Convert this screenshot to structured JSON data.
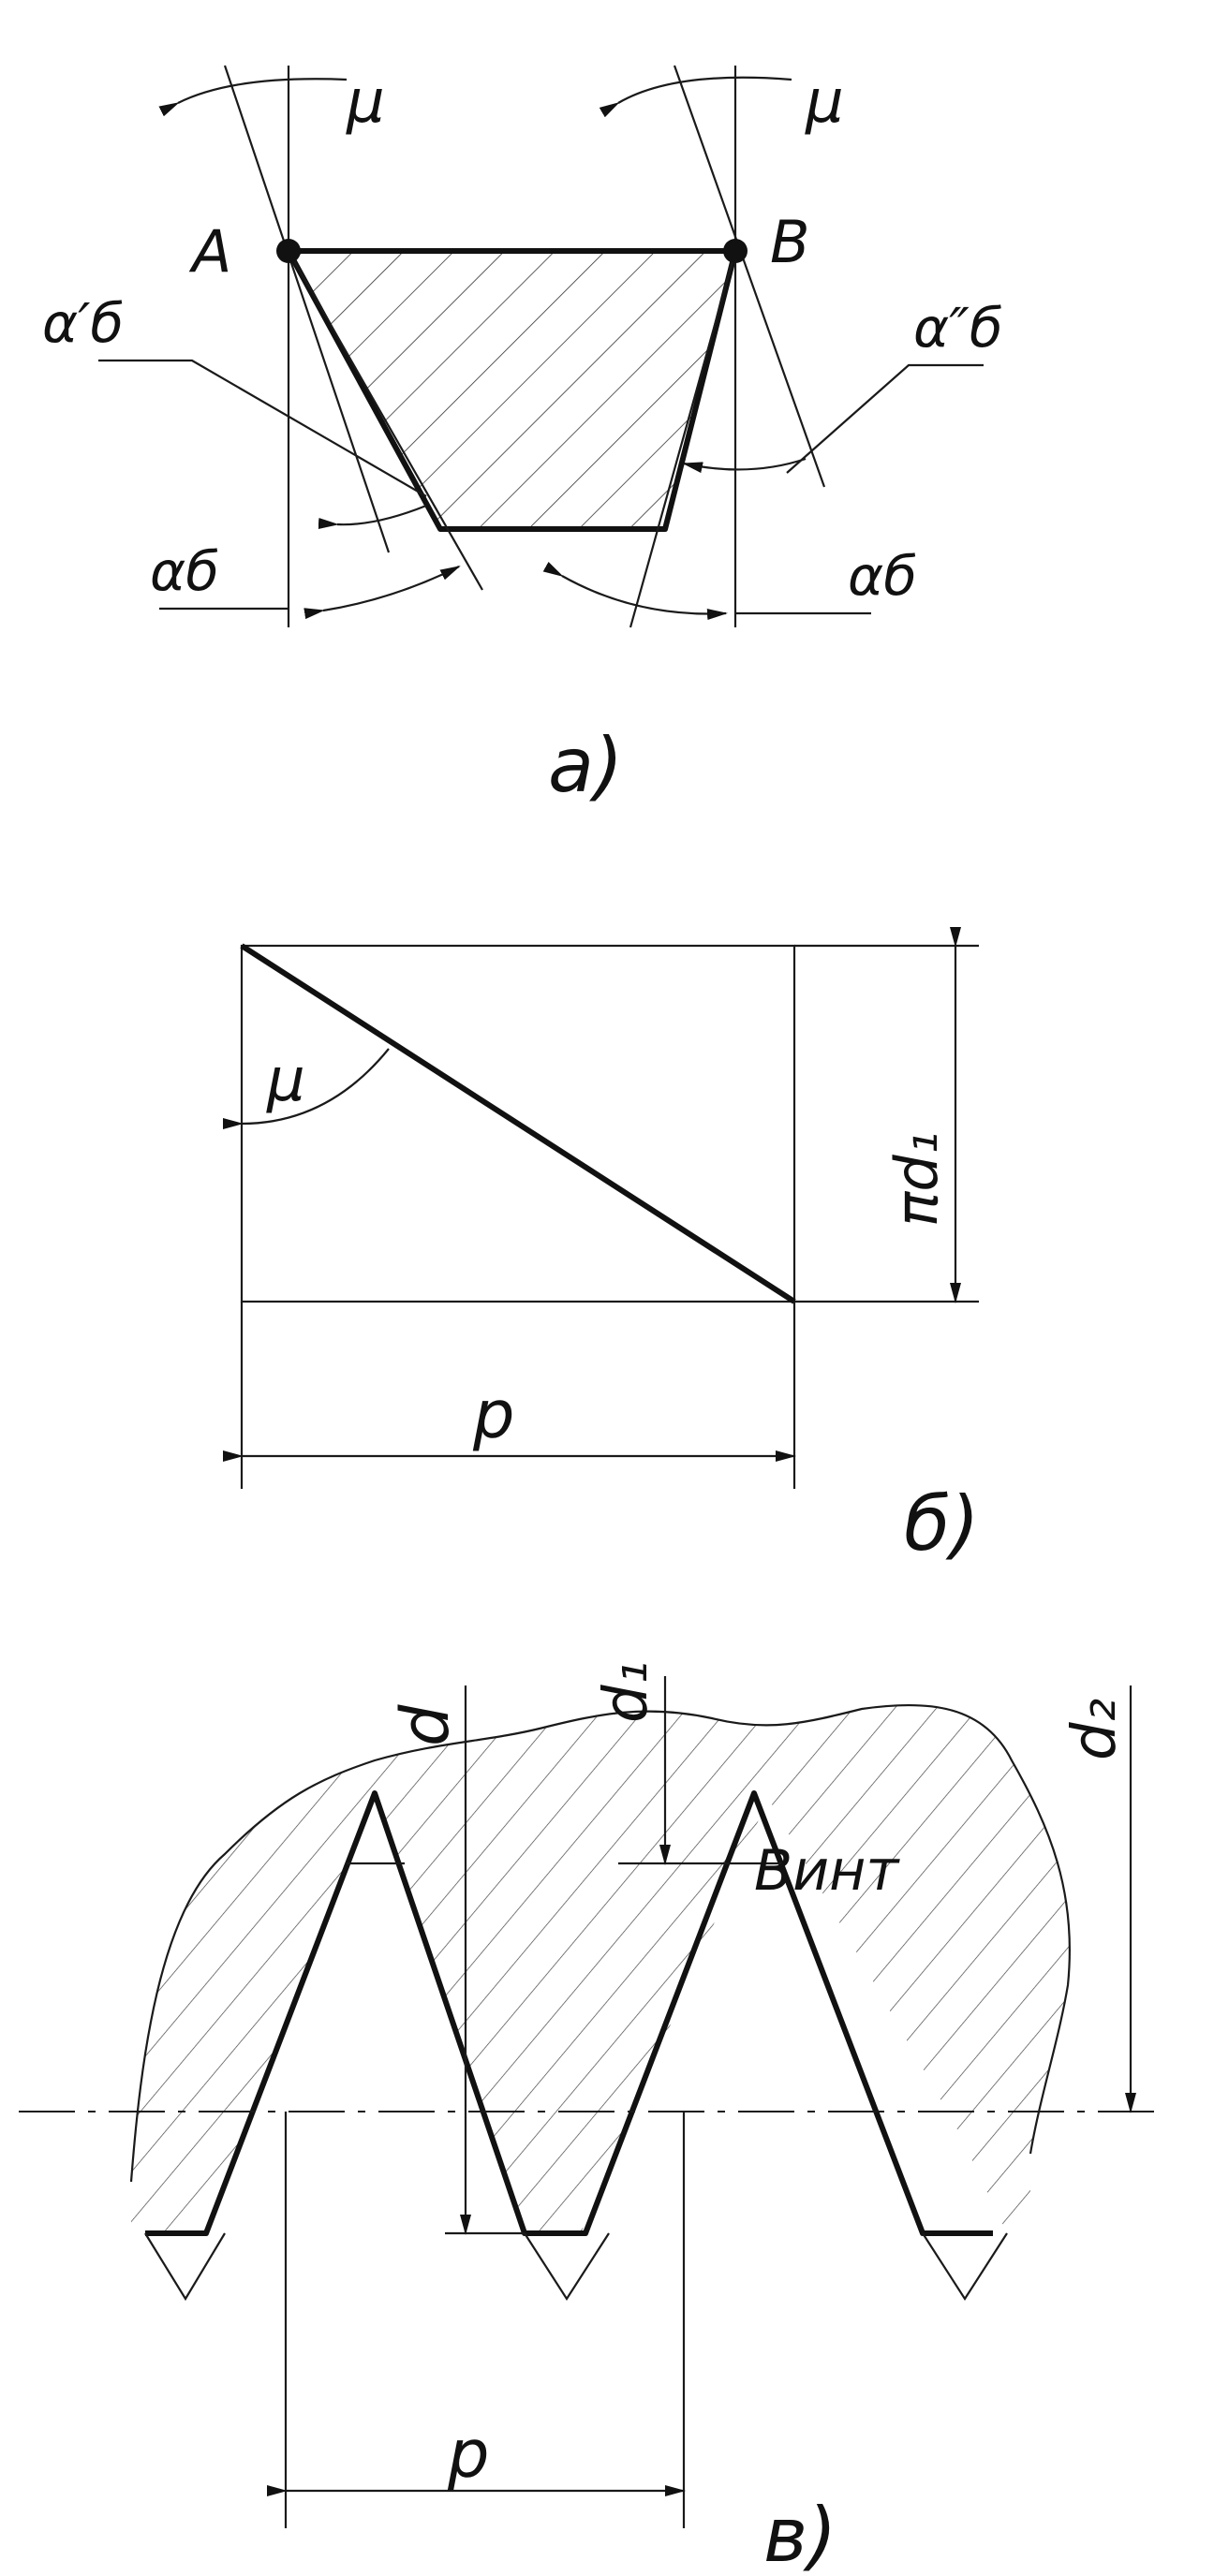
{
  "figure_a": {
    "caption": "а)",
    "point_a": "A",
    "point_b": "B",
    "mu_left": "μ",
    "mu_right": "μ",
    "alpha_prime": "α′б",
    "alpha_double_prime": "α″б",
    "alpha_left": "αб",
    "alpha_right": "αб"
  },
  "figure_b": {
    "caption": "б)",
    "mu": "μ",
    "height_label": "πd₁",
    "width_label": "p"
  },
  "figure_c": {
    "caption": "в)",
    "d": "d",
    "d1": "d₁",
    "d2": "d₂",
    "body_label": "Винт",
    "pitch": "p"
  }
}
